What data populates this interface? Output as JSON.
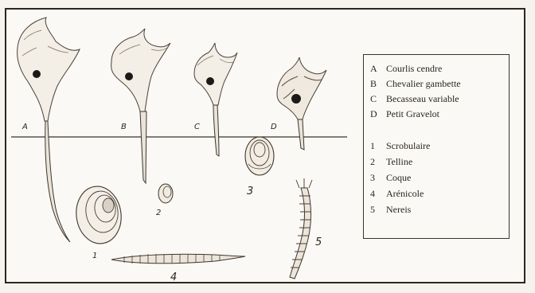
{
  "diagram": {
    "bird_labels": [
      "A",
      "B",
      "C",
      "D"
    ],
    "prey_labels": [
      "1",
      "2",
      "3",
      "4",
      "5"
    ]
  },
  "legend": {
    "birds": [
      {
        "key": "A",
        "name": "Courlis cendre"
      },
      {
        "key": "B",
        "name": "Chevalier gambette"
      },
      {
        "key": "C",
        "name": "Becasseau variable"
      },
      {
        "key": "D",
        "name": "Petit Gravelot"
      }
    ],
    "prey": [
      {
        "key": "1",
        "name": "Scrobulaire"
      },
      {
        "key": "2",
        "name": "Telline"
      },
      {
        "key": "3",
        "name": "Coque"
      },
      {
        "key": "4",
        "name": "Arénicole"
      },
      {
        "key": "5",
        "name": "Nereis"
      }
    ]
  }
}
